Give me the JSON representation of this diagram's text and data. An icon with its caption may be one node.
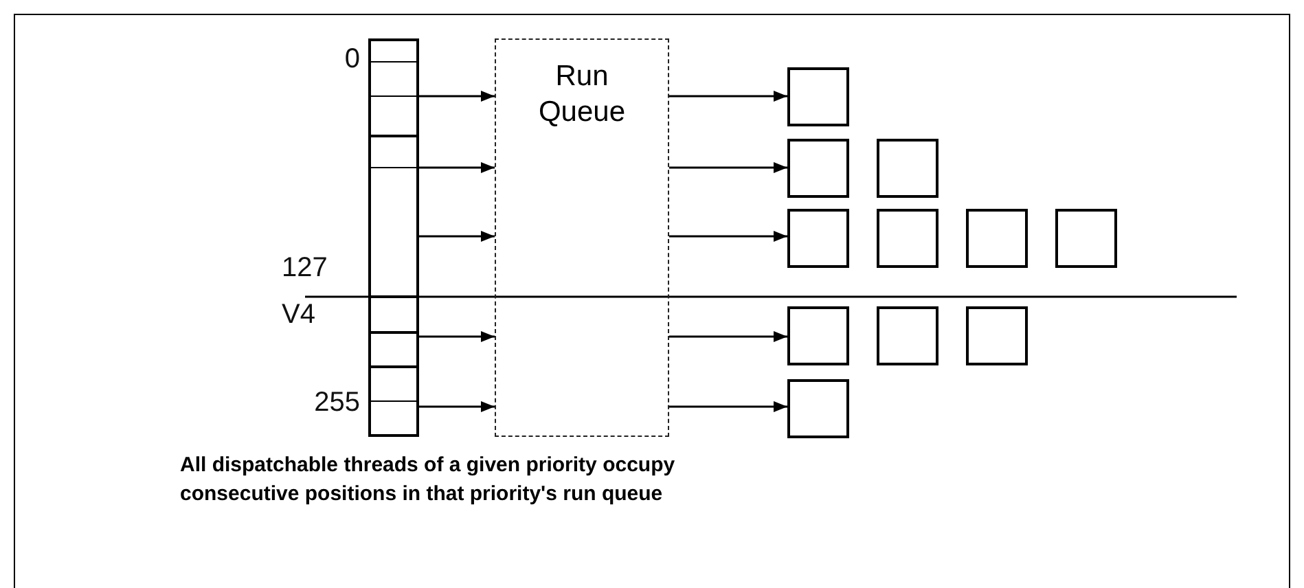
{
  "diagram": {
    "caption": "All dispatchable threads of a given priority occupy consecutive positions in that priority's run queue",
    "nodes": [
      {
        "text": [],
        "shape": "box"
      },
      {
        "text": [
          "Run Queue"
        ]
      },
      {
        "text": [],
        "shape": "box"
      },
      {
        "text": [],
        "shape": "box"
      },
      {
        "text": [],
        "shape": "box"
      },
      {
        "text": [],
        "shape": "box"
      },
      {
        "text": [],
        "shape": "box"
      },
      {
        "text": [],
        "shape": "box"
      },
      {
        "text": [],
        "shape": "box"
      },
      {
        "text": [],
        "shape": "box"
      },
      {
        "text": [],
        "shape": "box"
      },
      {
        "text": [],
        "shape": "box"
      },
      {
        "text": [],
        "shape": "box"
      }
    ],
    "edges": [
      {
        "from": 0,
        "to": 1,
        "arrow": "to"
      },
      {
        "from": 0,
        "to": 1,
        "arrow": "to"
      },
      {
        "from": 0,
        "to": 1,
        "arrow": "to"
      },
      {
        "from": 0,
        "to": 1,
        "arrow": "to"
      },
      {
        "from": 0,
        "to": 1,
        "arrow": "to"
      },
      {
        "from": 1,
        "to": 2,
        "arrow": "to"
      },
      {
        "from": 1,
        "to": 3,
        "arrow": "to"
      },
      {
        "from": 1,
        "to": 5,
        "arrow": "to"
      },
      {
        "from": 1,
        "to": 9,
        "arrow": "to"
      },
      {
        "from": 1,
        "to": 12,
        "arrow": "to"
      }
    ],
    "labels": [
      "0",
      "127",
      "V4",
      "255"
    ]
  }
}
